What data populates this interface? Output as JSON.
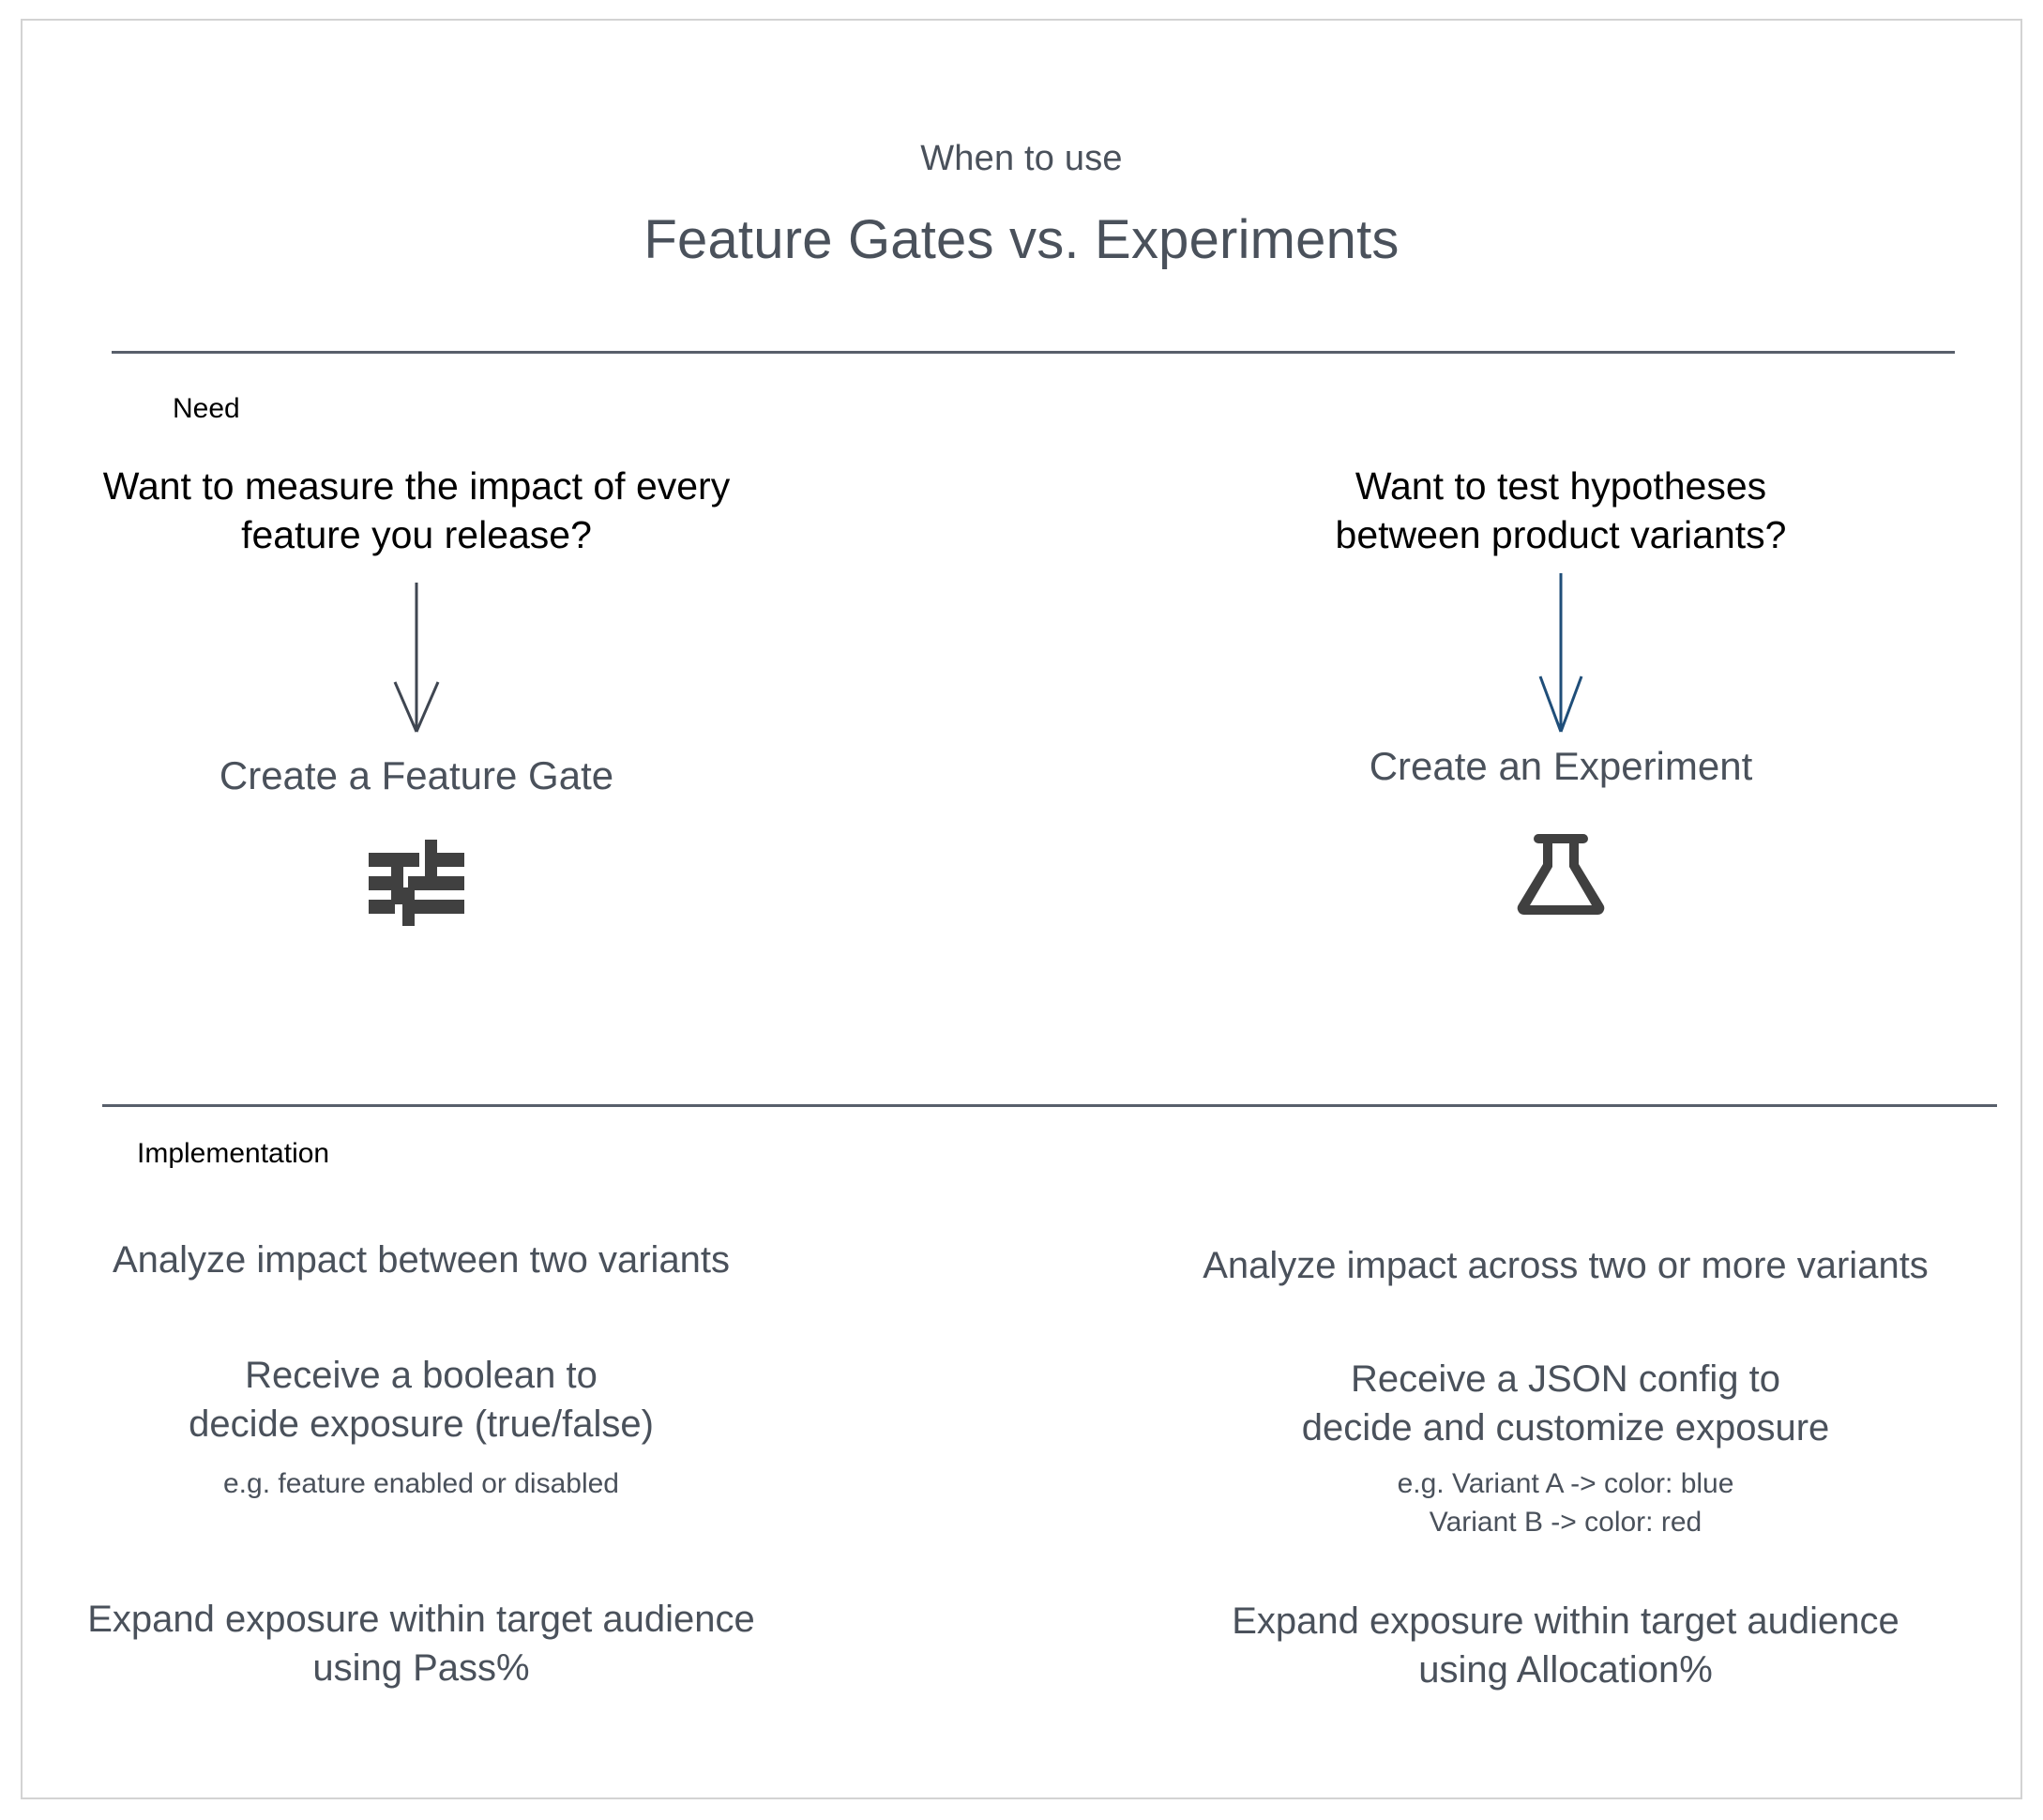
{
  "header": {
    "eyebrow": "When to use",
    "title": "Feature Gates vs. Experiments"
  },
  "sections": {
    "need": {
      "label": "Need",
      "columns": [
        {
          "question": "Want to measure the impact of every\nfeature you release?",
          "arrow_color": "#3f4651",
          "outcome": "Create a Feature Gate",
          "icon": "tune-sliders-icon",
          "icon_color": "#404040"
        },
        {
          "question": "Want to test hypotheses\nbetween product variants?",
          "arrow_color": "#1f4e79",
          "outcome": "Create an Experiment",
          "icon": "flask-icon",
          "icon_color": "#404040"
        }
      ]
    },
    "implementation": {
      "label": "Implementation",
      "rows": [
        {
          "left": {
            "main": "Analyze impact between two variants",
            "sub": ""
          },
          "right": {
            "main": "Analyze impact across two or more variants",
            "sub": ""
          }
        },
        {
          "left": {
            "main": "Receive a boolean to\ndecide exposure (true/false)",
            "sub": "e.g. feature enabled or disabled"
          },
          "right": {
            "main": "Receive a JSON config to\ndecide and customize exposure",
            "sub": "e.g. Variant A -> color: blue\nVariant B -> color: red"
          }
        },
        {
          "left": {
            "main": "Expand exposure within target audience\nusing Pass%",
            "sub": ""
          },
          "right": {
            "main": "Expand exposure within target audience\nusing Allocation%",
            "sub": ""
          }
        }
      ]
    }
  },
  "colors": {
    "frame_border": "#d3d3d3",
    "divider": "#585f6b",
    "heading_text": "#4a515b",
    "body_text": "#000000",
    "accent_blue": "#1f4e79"
  }
}
